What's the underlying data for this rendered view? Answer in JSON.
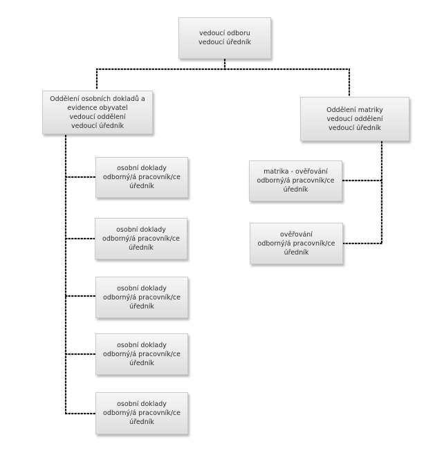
{
  "top": {
    "line1": "vedoucí odboru",
    "line2": "vedoucí úředník"
  },
  "left_dept": {
    "line1": "Oddělení osobních dokladů a",
    "line2": "evidence obyvatel",
    "line3": "vedoucí oddělení",
    "line4": "vedoucí úředník"
  },
  "right_dept": {
    "line1": "Oddělení matriky",
    "line2": "vedoucí oddělení",
    "line3": "vedoucí úředník"
  },
  "left_items": [
    {
      "line1": "osobní doklady",
      "line2": "odborný/á pracovník/ce",
      "line3": "úředník"
    },
    {
      "line1": "osobní doklady",
      "line2": "odborný/á pracovník/ce",
      "line3": "úředník"
    },
    {
      "line1": "osobní doklady",
      "line2": "odborný/á pracovník/ce",
      "line3": "úředník"
    },
    {
      "line1": "osobní doklady",
      "line2": "odborný/á pracovník/ce",
      "line3": "úředník"
    },
    {
      "line1": "osobní doklady",
      "line2": "odborný/á pracovník/ce",
      "line3": "úředník"
    }
  ],
  "right_items": [
    {
      "line1": "matrika - ověřování",
      "line2": "odborný/á pracovník/ce",
      "line3": "úředník"
    },
    {
      "line1": "ověřování",
      "line2": "odborný/á pracovník/ce",
      "line3": "úředník"
    }
  ]
}
